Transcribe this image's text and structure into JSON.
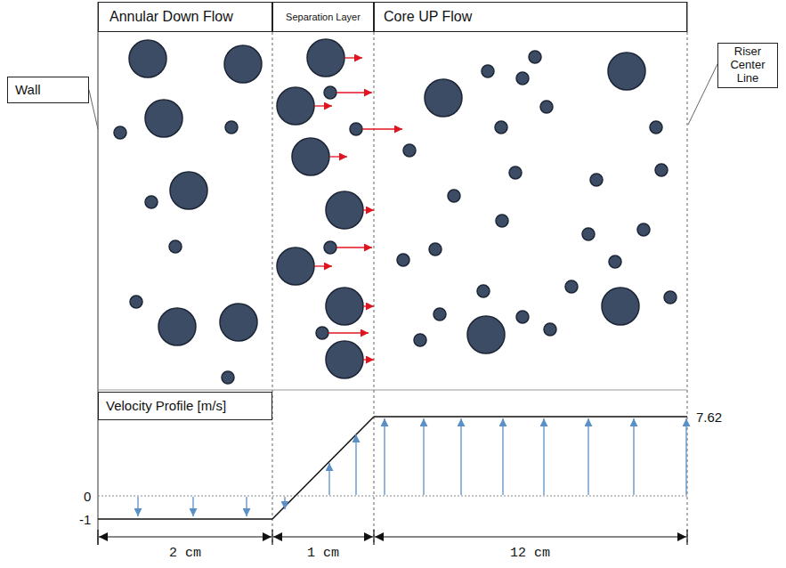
{
  "diagram": {
    "nodes": [
      {
        "text": [
          "Annular Down Flow"
        ]
      },
      {
        "text": [
          "Separation Layer"
        ]
      },
      {
        "text": [
          "Core UP Flow"
        ]
      },
      {
        "text": [
          "Wall"
        ]
      },
      {
        "text": [
          "Riser Center Line"
        ]
      },
      {
        "text": [
          "Velocity Profile [m/s]"
        ]
      }
    ],
    "labels": [
      "0",
      "-1",
      "7.62",
      "2 cm",
      "1 cm",
      "12 cm"
    ]
  }
}
